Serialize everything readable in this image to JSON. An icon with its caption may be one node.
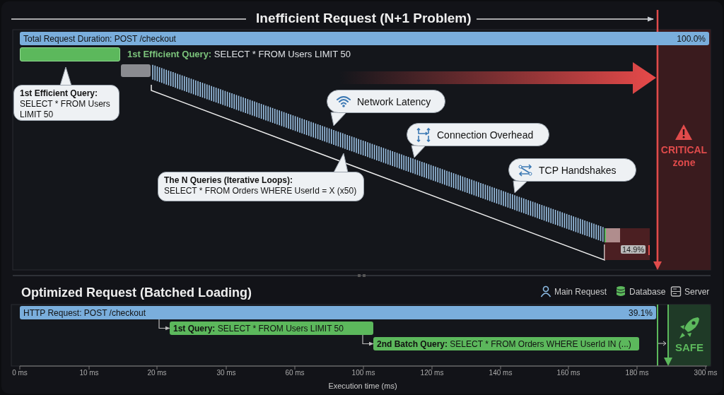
{
  "diagram": {
    "title": "Inefficient Request (N+1 Problem)",
    "nodes": [
      {
        "text": [
          "Total Request Duration: POST /checkout",
          "100.0%"
        ]
      },
      {
        "text": [],
        "shape": "bar",
        "beside": [
          "**1st Efficient Query:** SELECT * FROM Users LIMIT 50"
        ]
      },
      {
        "text": [
          "1st Efficient Query:",
          "SELECT * FROM Users LIMIT 50"
        ]
      },
      {
        "text": [],
        "shape": "bar"
      },
      {
        "text": [
          "Network Latency"
        ]
      },
      {
        "text": [
          "Connection Overhead"
        ]
      },
      {
        "text": [
          "TCP Handshakes"
        ]
      },
      {
        "text": [
          "The N Queries (Iterative Loops):",
          "SELECT * FROM Orders WHERE UserId = X (x50)"
        ]
      },
      {
        "text": [
          "14.9%"
        ]
      },
      {
        "text": [
          "CRITICAL zone"
        ]
      },
      {
        "text": [
          "HTTP Request: POST /checkout",
          "39.1%"
        ]
      },
      {
        "text": [
          "**1st Query:** SELECT * FROM Users LIMIT 50"
        ]
      },
      {
        "text": [
          "**2nd Batch Query:** SELECT * FROM Orders WHERE UserId IN (...)"
        ]
      },
      {
        "text": [
          "SAFE"
        ]
      }
    ],
    "edges": [
      {
        "from": 10,
        "to": 11,
        "arrow": "to"
      },
      {
        "from": 11,
        "to": 12,
        "arrow": "to"
      }
    ],
    "labels": [
      "Optimized Request (Batched Loading)",
      "0 ms",
      "10 ms",
      "20 ms",
      "30 ms",
      "60 ms",
      "100 ms",
      "120 ms",
      "140 ms",
      "160 ms",
      "180 ms",
      "300 ms",
      "Execution time (ms)"
    ],
    "legend": [
      {
        "text": "Main Request"
      },
      {
        "text": "Database"
      },
      {
        "text": "Server"
      }
    ]
  }
}
